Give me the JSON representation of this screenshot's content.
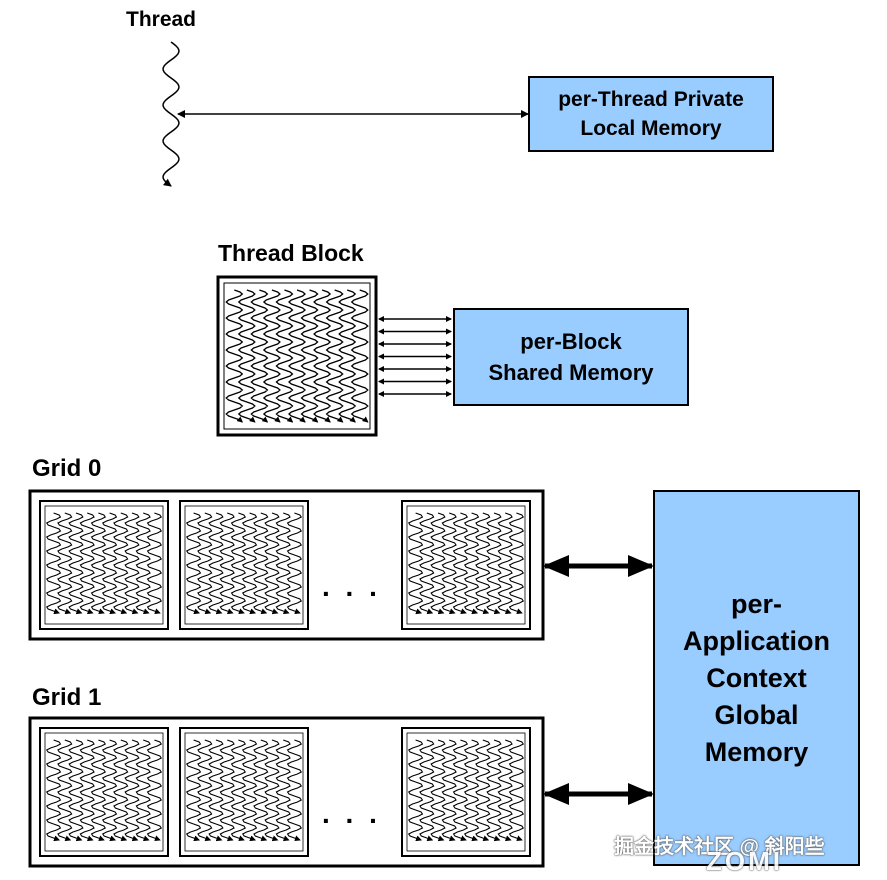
{
  "labels": {
    "thread": "Thread",
    "thread_block": "Thread Block",
    "grid0": "Grid 0",
    "grid1": "Grid 1",
    "ellipsis": ". . ."
  },
  "memory": {
    "local": "per-Thread Private\nLocal Memory",
    "shared": "per-Block\nShared Memory",
    "global": "per-\nApplication\nContext\nGlobal\nMemory"
  },
  "watermark": {
    "text": "掘金技术社区 @ 斜阳些",
    "logo": "ZOMI"
  },
  "colors": {
    "memory_fill": "#99ccff",
    "stroke": "#000000"
  }
}
